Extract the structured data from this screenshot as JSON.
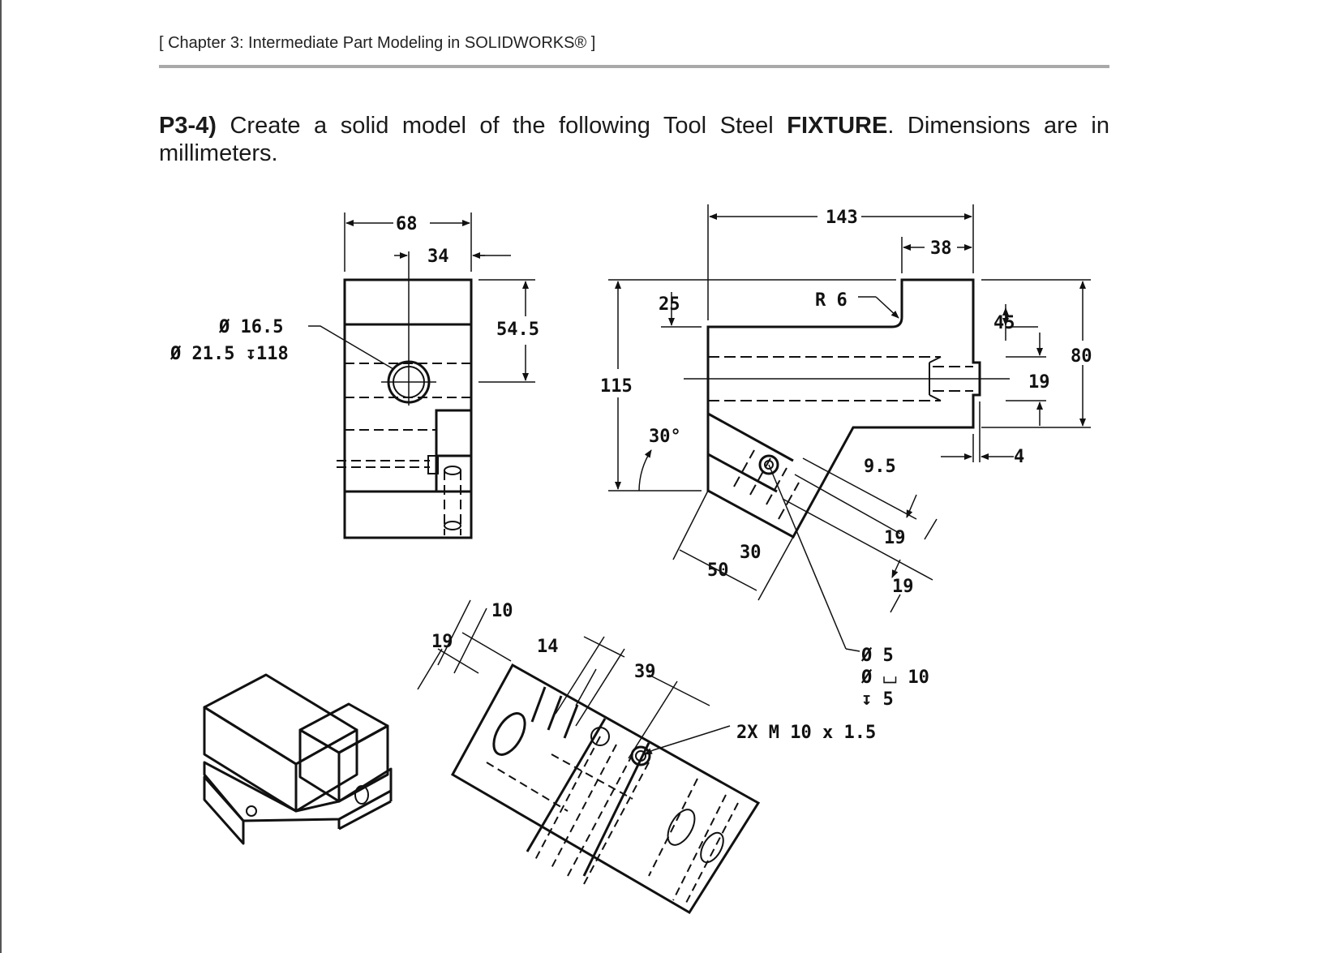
{
  "header": {
    "chapter": "[ Chapter 3:  Intermediate Part Modeling in SOLIDWORKS® ]"
  },
  "problem": {
    "number": "P3-4)",
    "text_before": " Create a solid model of the following Tool Steel ",
    "part_name": "FIXTURE",
    "text_after": ".  Dimensions are in millimeters."
  },
  "dimensions": {
    "front_width": "68",
    "front_half_width": "34",
    "front_hole_height": "54.5",
    "hole_dia_1": "Ø 16.5",
    "hole_dia_2": "Ø 21.5 ↧118",
    "side_total_width": "143",
    "side_step_width": "38",
    "side_total_height": "115",
    "side_top_offset": "25",
    "fillet_radius": "R 6",
    "side_step_height": "45",
    "side_hole_height": "19",
    "side_block_height": "80",
    "side_recess_depth": "4",
    "angle": "30°",
    "slot_offset": "9.5",
    "hole_spacing_1": "19",
    "hole_spacing_2": "19",
    "slot_width": "30",
    "slot_length": "50",
    "cbore_dia": "Ø 5",
    "cbore_spec": "Ø ⌴ 10",
    "cbore_depth": "↧ 5",
    "thread_callout": "2X  M 10  x  1.5",
    "bottom_dim_10": "10",
    "bottom_dim_19": "19",
    "bottom_dim_14": "14",
    "bottom_dim_39": "39"
  }
}
